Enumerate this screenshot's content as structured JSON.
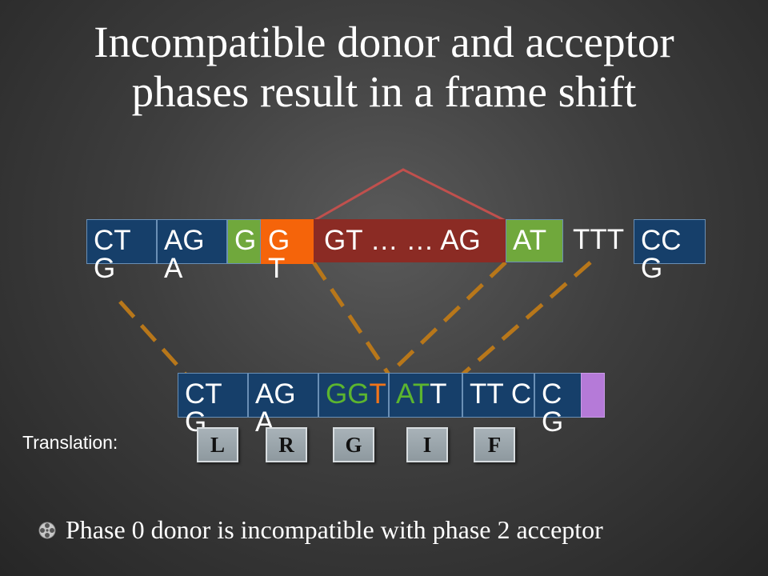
{
  "title": {
    "line1": "Incompatible donor and acceptor",
    "line2": "phases result in a frame shift"
  },
  "colors": {
    "exon_blue": "#163f6a",
    "green": "#70a83c",
    "orange": "#f5640a",
    "intron_maroon": "#8b2b24",
    "purple": "#b57ad8",
    "dashed_line": "#b8771a",
    "splice_line": "#c0504d"
  },
  "top_sequence": {
    "box1": "CT G",
    "box2": "AG A",
    "box3": "G",
    "box4": "G T",
    "intron": "GT … … AG",
    "box6": "AT",
    "box7": "TTT",
    "box8": "CC G"
  },
  "bottom_sequence": {
    "box1": "CT G",
    "box2": "AG A",
    "box3_part1": "GG",
    "box3_part2": "T",
    "box4_part1": "AT",
    "box4_part2": "T",
    "box5": "TT C",
    "box6": "CG"
  },
  "translation": {
    "label": "Translation:",
    "amino_acids": [
      "L",
      "R",
      "G",
      "I",
      "F"
    ]
  },
  "bullet": {
    "icon": "reel-icon",
    "text": "Phase 0 donor is incompatible with phase 2 acceptor"
  }
}
